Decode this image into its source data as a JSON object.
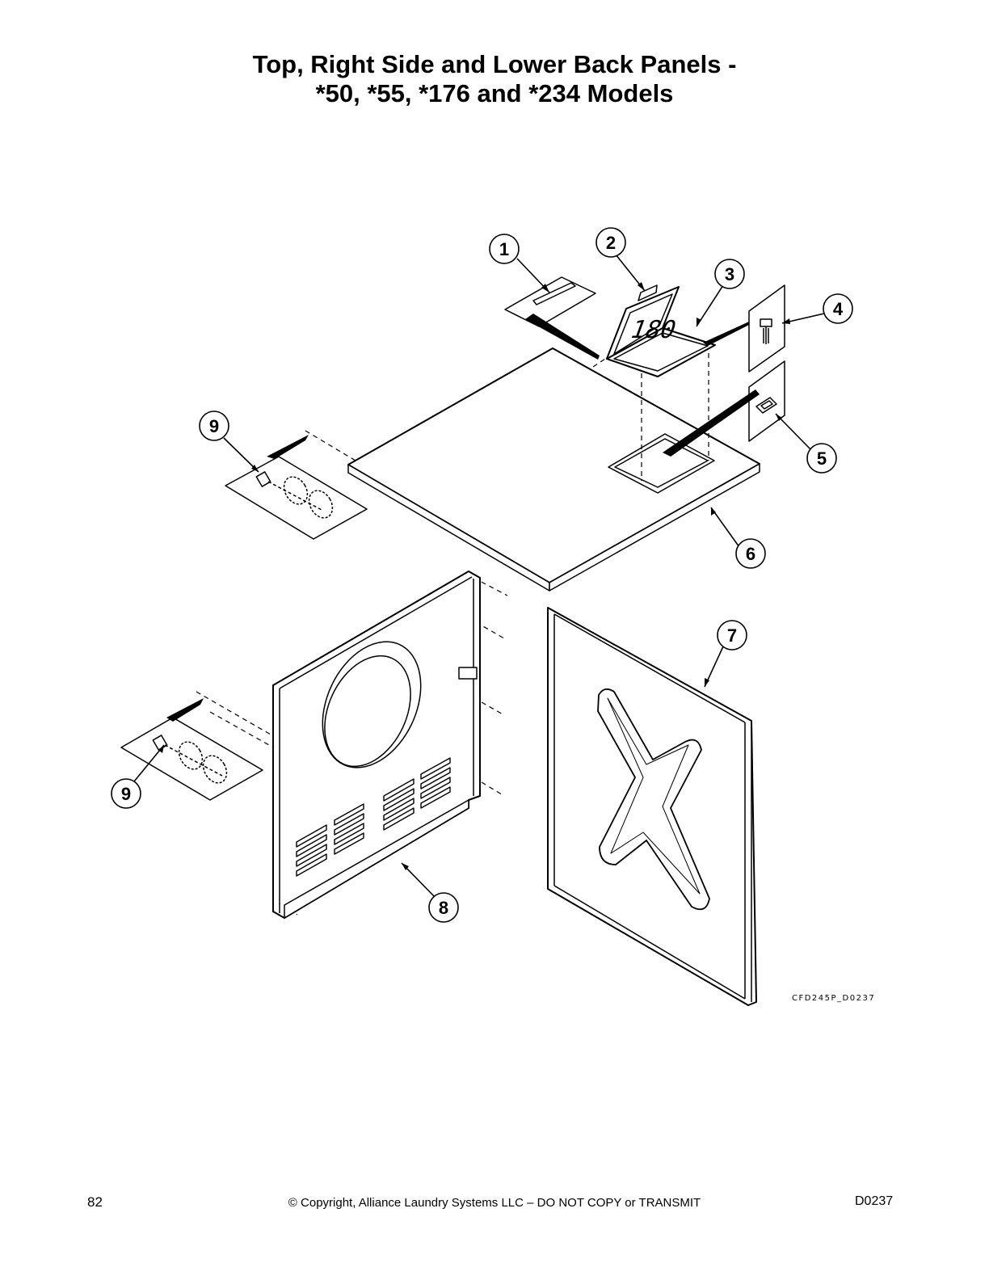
{
  "title": {
    "line1": "Top, Right Side and Lower Back Panels -",
    "line2": "*50, *55, *176 and *234 Models"
  },
  "diagram": {
    "reference_code": "CFD245P_D0237",
    "callouts": [
      {
        "id": "c1",
        "label": "1"
      },
      {
        "id": "c2",
        "label": "2"
      },
      {
        "id": "c3",
        "label": "3"
      },
      {
        "id": "c4",
        "label": "4"
      },
      {
        "id": "c5",
        "label": "5"
      },
      {
        "id": "c6",
        "label": "6"
      },
      {
        "id": "c7",
        "label": "7"
      },
      {
        "id": "c8",
        "label": "8"
      },
      {
        "id": "c9a",
        "label": "9"
      },
      {
        "id": "c9b",
        "label": "9"
      }
    ]
  },
  "footer": {
    "page_number": "82",
    "copyright": "© Copyright, Alliance Laundry Systems LLC – DO NOT COPY or TRANSMIT",
    "doc_code": "D0237"
  }
}
